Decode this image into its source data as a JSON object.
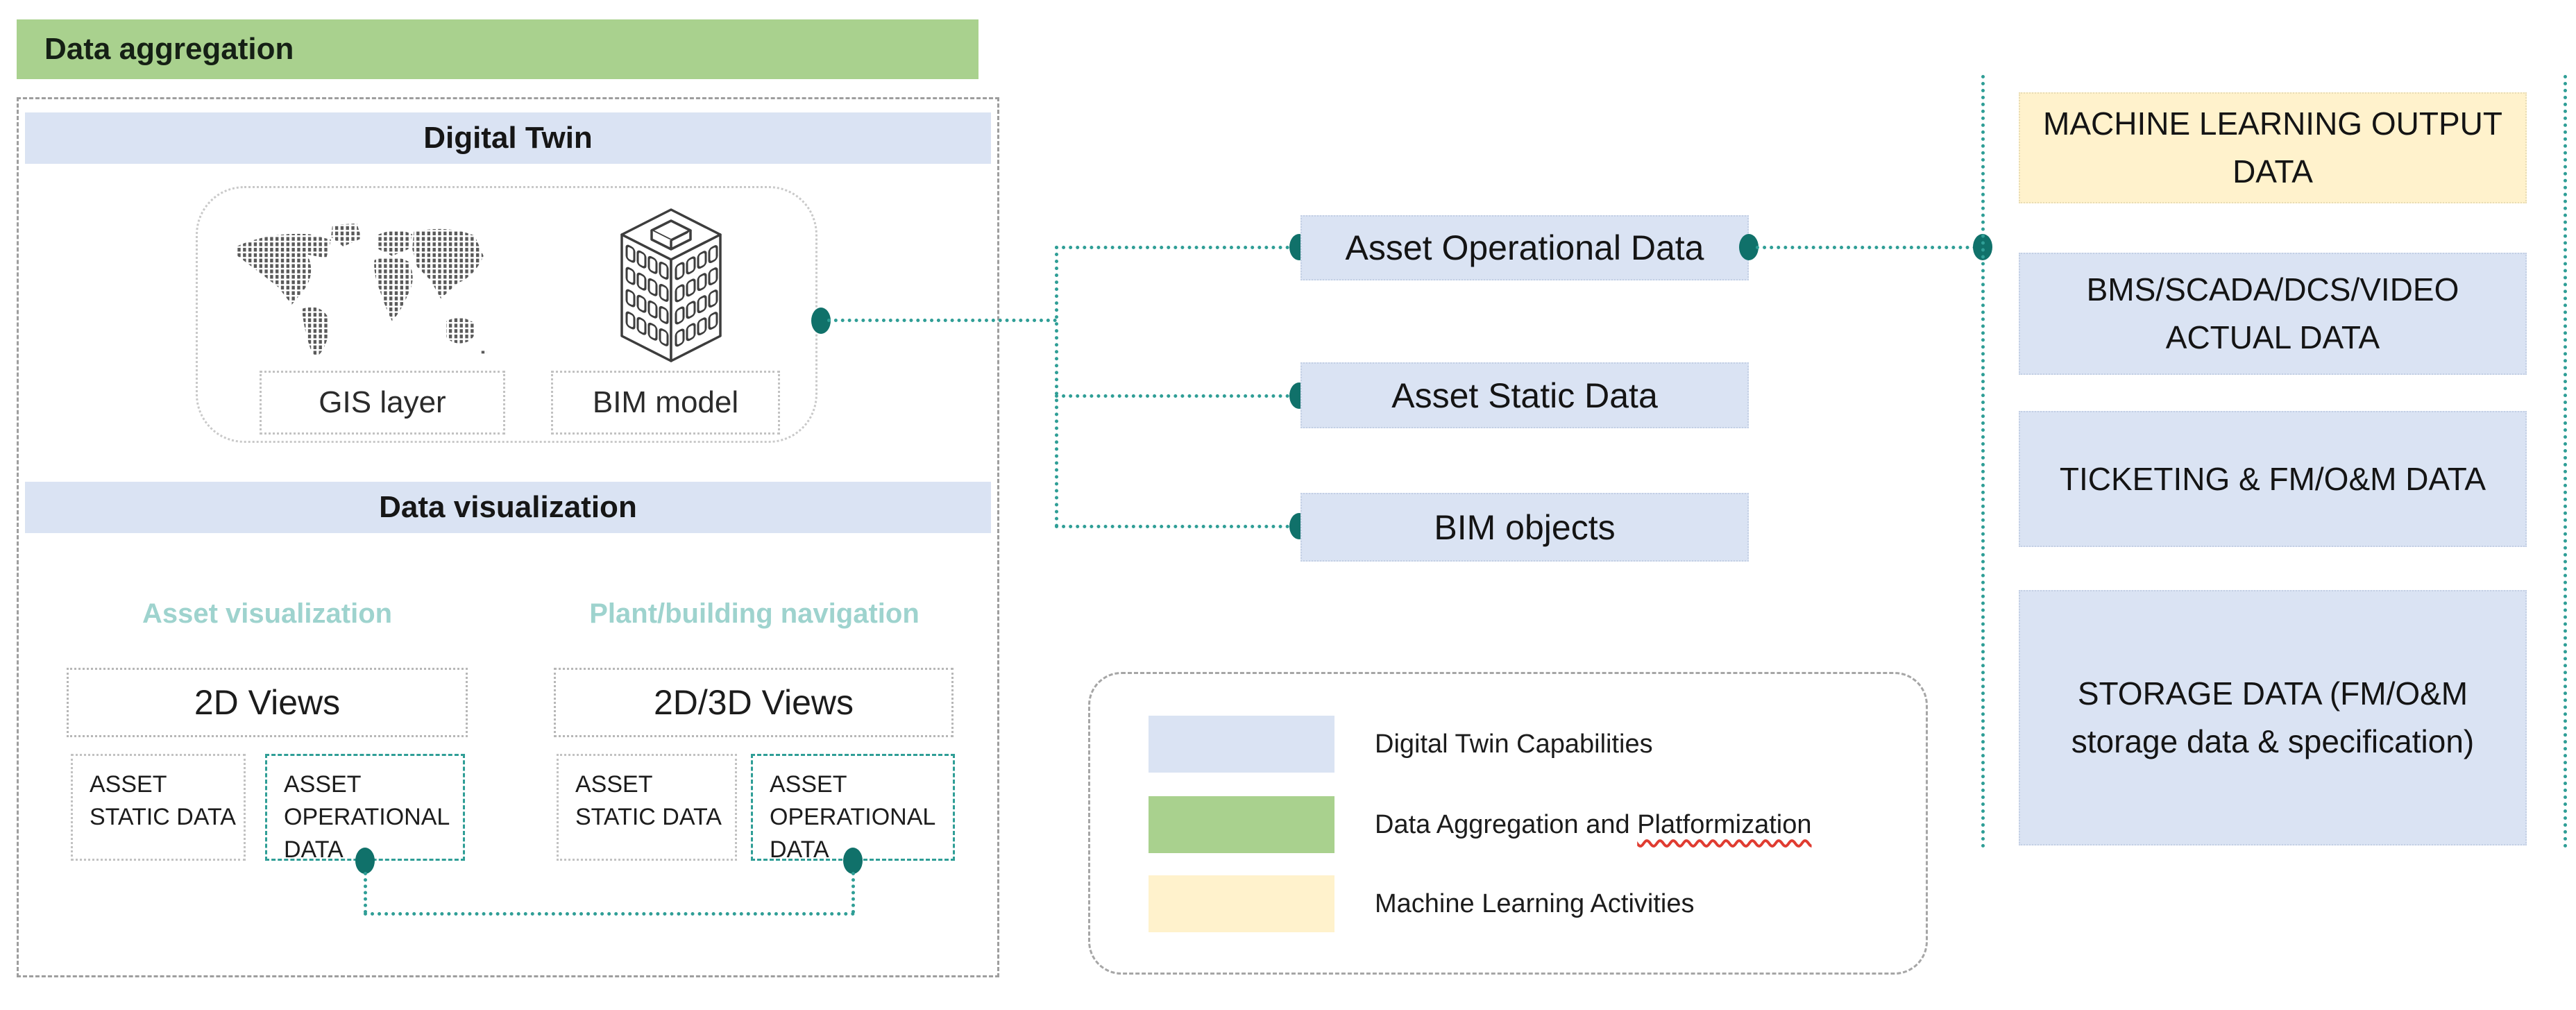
{
  "panel": {
    "header": "Data aggregation",
    "digital_twin_header": "Digital Twin",
    "gis_label": "GIS layer",
    "bim_label": "BIM model",
    "data_visualization_header": "Data visualization",
    "col1_title": "Asset visualization",
    "col2_title": "Plant/building navigation",
    "col1_view": "2D Views",
    "col2_view": "2D/3D Views",
    "asset_static": "ASSET STATIC DATA",
    "asset_operational": "ASSET OPERATIONAL DATA"
  },
  "nodes": {
    "operational": "Asset Operational Data",
    "static": "Asset Static Data",
    "bim": "BIM objects"
  },
  "sources": {
    "ml": "MACHINE LEARNING OUTPUT DATA",
    "bms": "BMS/SCADA/DCS/VIDEO ACTUAL DATA",
    "ticketing": "TICKETING & FM/O&M DATA",
    "storage": "STORAGE DATA (FM/O&M storage data & specification)"
  },
  "legend": {
    "item1": "Digital Twin Capabilities",
    "item2_prefix": "Data Aggregation and ",
    "item2_word": "Platformization",
    "item3": "Machine Learning Activities"
  },
  "colors": {
    "digital_twin_blue": "#dae3f3",
    "aggregation_green": "#a9d18e",
    "machine_learning_yellow": "#fff2cc",
    "connector_teal": "#2f9e96",
    "connector_dot_teal": "#10716a",
    "column_title_teal": "#9ed3ce",
    "spellcheck_red": "#e03c31"
  }
}
